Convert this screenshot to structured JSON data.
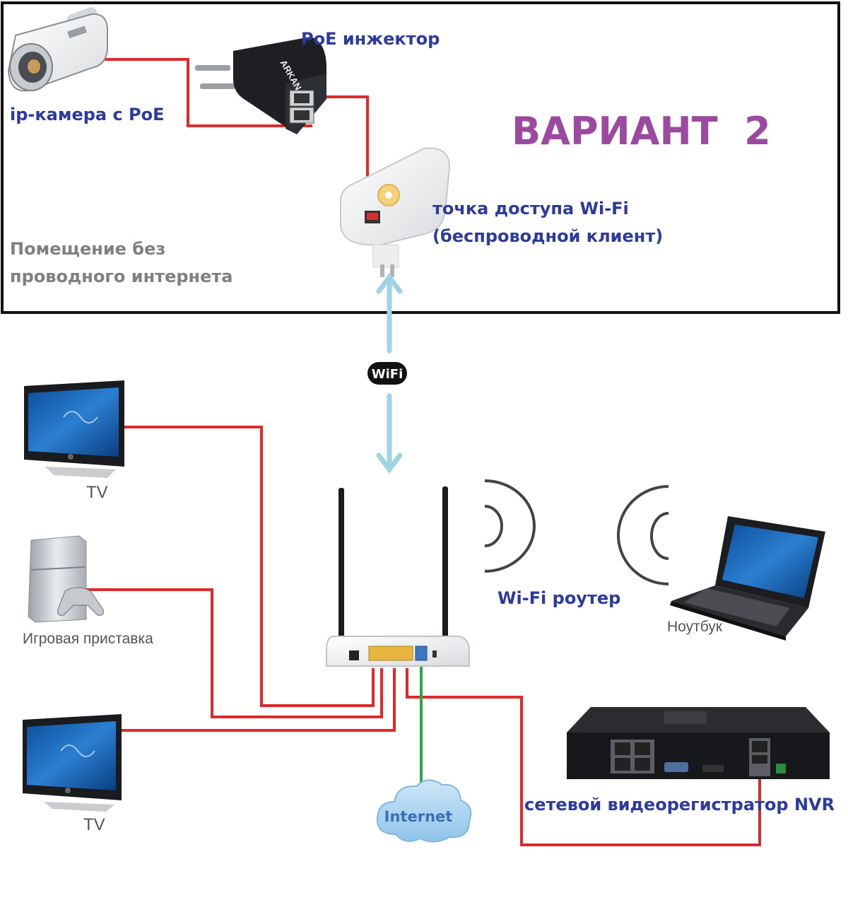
{
  "title": "ВАРИАНТ  2",
  "labels": {
    "camera": "ip-камера с PoE",
    "injector": "PoE инжектор",
    "access_point_line1": "точка доступа Wi-Fi",
    "access_point_line2": "(беспроводной клиент)",
    "room_line1": "Помещение без",
    "room_line2": "проводного интернета",
    "tv_top": "TV",
    "console": "Игровая приставка",
    "tv_bottom": "TV",
    "router": "Wi-Fi роутер",
    "laptop": "Ноутбук",
    "internet": "Internet",
    "nvr": "сетевой видеорегистратор NVR",
    "wifi_badge": "WiFi",
    "injector_brand": "ARKAN"
  },
  "colors": {
    "cable": "#dd2a2a",
    "wan_cable": "#2aa84a",
    "wifi_arrow": "#9fd3e4",
    "title": "#9b4aa0",
    "label_blue": "#2d3a9e",
    "label_gray": "#808080",
    "frame": "#111111"
  }
}
